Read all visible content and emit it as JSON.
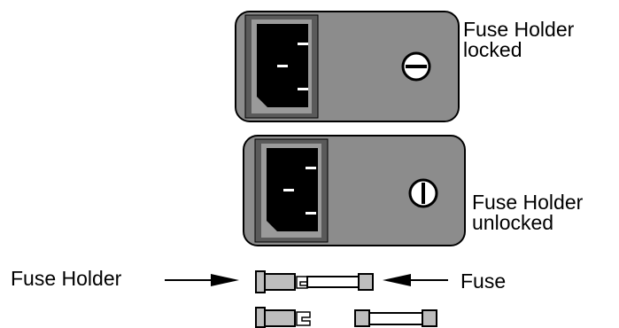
{
  "labels": {
    "locked_line1": "Fuse Holder",
    "locked_line2": "locked",
    "unlocked_line1": "Fuse Holder",
    "unlocked_line2": "unlocked",
    "fuse_holder": "Fuse Holder",
    "fuse": "Fuse"
  },
  "colors": {
    "panel_gray": "#8c8c8c",
    "outline": "#000000",
    "socket": "#000000",
    "pin": "#ffffff",
    "fuse_cap": "#bdbdbd",
    "fuse_glass": "#ffffff"
  }
}
